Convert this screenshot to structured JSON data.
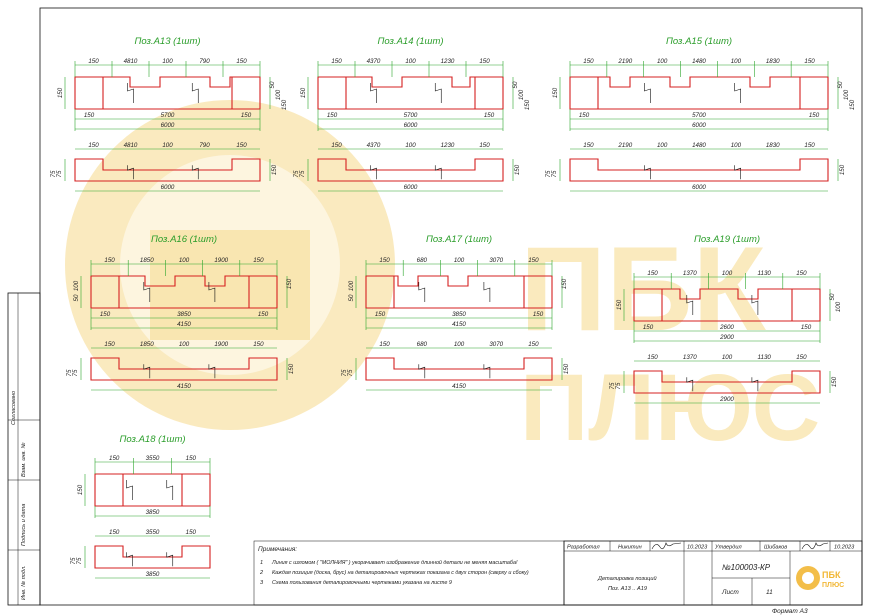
{
  "watermark": {
    "line1": "ПБК",
    "line2": "ПЛЮС"
  },
  "parts": [
    {
      "title": "Поз.А13 (1шт)",
      "top_dims": [
        "150",
        "4810",
        "100",
        "790",
        "150"
      ],
      "bottom_dims": [
        "150",
        "5700",
        "150"
      ],
      "total": "6000",
      "side_left": "150",
      "side_right": [
        "50",
        "100",
        "150"
      ],
      "b_top_dims": [
        "150",
        "4810",
        "100",
        "790",
        "150"
      ],
      "b_left": [
        "75",
        "75"
      ],
      "b_right": "150",
      "b_total": "6000"
    },
    {
      "title": "Поз.А14 (1шт)",
      "top_dims": [
        "150",
        "4370",
        "100",
        "1230",
        "150"
      ],
      "bottom_dims": [
        "150",
        "5700",
        "150"
      ],
      "total": "6000",
      "side_left": "150",
      "side_right": [
        "50",
        "100",
        "150"
      ],
      "b_top_dims": [
        "150",
        "4370",
        "100",
        "1230",
        "150"
      ],
      "b_left": [
        "75",
        "75"
      ],
      "b_right": "150",
      "b_total": "6000"
    },
    {
      "title": "Поз.А15 (1шт)",
      "top_dims": [
        "150",
        "2190",
        "100",
        "1480",
        "100",
        "1830",
        "150"
      ],
      "bottom_dims": [
        "150",
        "5700",
        "150"
      ],
      "total": "6000",
      "side_left": "150",
      "side_right": [
        "50",
        "100",
        "150"
      ],
      "b_top_dims": [
        "150",
        "2190",
        "100",
        "1480",
        "100",
        "1830",
        "150"
      ],
      "b_left": [
        "75",
        "75"
      ],
      "b_right": "150",
      "b_total": "6000"
    },
    {
      "title": "Поз.А16 (1шт)",
      "top_dims": [
        "150",
        "1850",
        "100",
        "1900",
        "150"
      ],
      "bottom_dims": [
        "150",
        "3850",
        "150"
      ],
      "total": "4150",
      "side_left": [
        "100",
        "50"
      ],
      "side_right": "150",
      "b_top_dims": [
        "150",
        "1850",
        "100",
        "1900",
        "150"
      ],
      "b_left": [
        "75",
        "75"
      ],
      "b_right": "150",
      "b_total": "4150"
    },
    {
      "title": "Поз.А17 (1шт)",
      "top_dims": [
        "150",
        "680",
        "100",
        "3070",
        "150"
      ],
      "bottom_dims": [
        "150",
        "3850",
        "150"
      ],
      "total": "4150",
      "side_left": [
        "100",
        "50"
      ],
      "side_right": "150",
      "b_top_dims": [
        "150",
        "680",
        "100",
        "3070",
        "150"
      ],
      "b_left": [
        "75",
        "75"
      ],
      "b_right": "150",
      "b_total": "4150"
    },
    {
      "title": "Поз.А19 (1шт)",
      "top_dims": [
        "150",
        "1370",
        "100",
        "1130",
        "150"
      ],
      "bottom_dims": [
        "150",
        "2600",
        "150"
      ],
      "total": "2900",
      "side_left": "150",
      "side_right": [
        "50",
        "100"
      ],
      "b_top_dims": [
        "150",
        "1370",
        "100",
        "1130",
        "150"
      ],
      "b_left": [
        "75",
        "75"
      ],
      "b_right": "150",
      "b_total": "2900"
    },
    {
      "title": "Поз.А18 (1шт)",
      "top_dims": [
        "150",
        "3550",
        "150"
      ],
      "bottom_dims": [],
      "total": "3850",
      "side_left": "150",
      "side_right": [],
      "b_top_dims": [
        "150",
        "3550",
        "150"
      ],
      "b_left": [
        "75",
        "75"
      ],
      "b_right": "",
      "b_total": "3850"
    }
  ],
  "notes": {
    "heading": "Примечания:",
    "items": [
      {
        "num": "1",
        "text": "Линия с изломом ( \"МОЛНИЯ\" ) укорачивает изображение длинной детали не меняя масштаба!"
      },
      {
        "num": "2",
        "text": "Каждая позиция (доска, брус) на деталировочных чертежах показана с двух сторон (сверху и сбоку)"
      },
      {
        "num": "3",
        "text": "Схема пользования деталировочными чертежами указана на листе 9"
      }
    ]
  },
  "stamp": {
    "developed_label": "Разработал",
    "developer": "Никитин",
    "dev_date": "10.2023",
    "approved_label": "Утвердил",
    "approver": "Шибаков",
    "appr_date": "10.2023",
    "doc_number": "№100003-КР",
    "description_line1": "Деталировка позиций",
    "description_line2": "Поз. А13 .. А19",
    "sheet_label": "Лист",
    "sheet_number": "11",
    "logo_line1": "ПБК",
    "logo_line2": "ПЛЮС",
    "format": "Формат А3"
  },
  "side_stamp": {
    "col1": "Согласовано",
    "col2": "Взам. инв. №",
    "col3": "Подпись и дата",
    "col4": "Инв. № подл."
  },
  "colors": {
    "outline": "#d62020",
    "dimension": "#2aa52a",
    "frame": "#111111",
    "watermark": "#f6d98a"
  }
}
